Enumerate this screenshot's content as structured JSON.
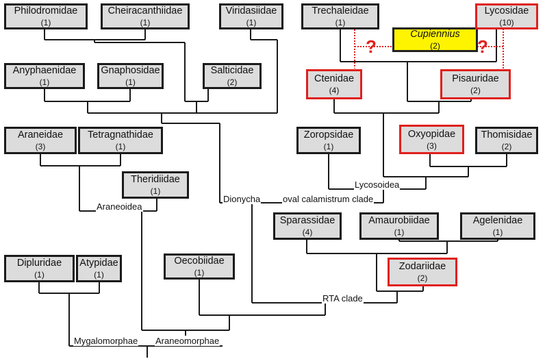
{
  "taxa": {
    "philodromidae": {
      "name": "Philodromidae",
      "count": "(1)"
    },
    "cheiracanthiidae": {
      "name": "Cheiracanthiidae",
      "count": "(1)"
    },
    "viridasiidae": {
      "name": "Viridasiidae",
      "count": "(1)"
    },
    "trechaleidae": {
      "name": "Trechaleidae",
      "count": "(1)"
    },
    "cupiennius": {
      "name": "Cupiennius",
      "count": "(2)"
    },
    "lycosidae": {
      "name": "Lycosidae",
      "count": "(10)"
    },
    "anyphaenidae": {
      "name": "Anyphaenidae",
      "count": "(1)"
    },
    "gnaphosidae": {
      "name": "Gnaphosidae",
      "count": "(1)"
    },
    "salticidae": {
      "name": "Salticidae",
      "count": "(2)"
    },
    "ctenidae": {
      "name": "Ctenidae",
      "count": "(4)"
    },
    "pisauridae": {
      "name": "Pisauridae",
      "count": "(2)"
    },
    "araneidae": {
      "name": "Araneidae",
      "count": "(3)"
    },
    "tetragnathidae": {
      "name": "Tetragnathidae",
      "count": "(1)"
    },
    "zoropsidae": {
      "name": "Zoropsidae",
      "count": "(1)"
    },
    "oxyopidae": {
      "name": "Oxyopidae",
      "count": "(3)"
    },
    "thomisidae": {
      "name": "Thomisidae",
      "count": "(2)"
    },
    "theridiidae": {
      "name": "Theridiidae",
      "count": "(1)"
    },
    "sparassidae": {
      "name": "Sparassidae",
      "count": "(4)"
    },
    "amaurobiidae": {
      "name": "Amaurobiidae",
      "count": "(1)"
    },
    "agelenidae": {
      "name": "Agelenidae",
      "count": "(1)"
    },
    "dipluridae": {
      "name": "Dipluridae",
      "count": "(1)"
    },
    "atypidae": {
      "name": "Atypidae",
      "count": "(1)"
    },
    "oecobiidae": {
      "name": "Oecobiidae",
      "count": "(1)"
    },
    "zodariidae": {
      "name": "Zodariidae",
      "count": "(2)"
    }
  },
  "clades": {
    "lycosoidea": "Lycosoidea",
    "dionycha": "Dionycha",
    "oval_calamistrum": "oval calamistrum clade",
    "araneoidea": "Araneoidea",
    "rta": "RTA clade",
    "mygalomorphae": "Mygalomorphae",
    "araneomorphae": "Araneomorphae"
  },
  "uncertain_mark": "?",
  "colors": {
    "box_fill": "#dcdcdc",
    "box_border": "#1a1a1a",
    "highlight_border": "#e0201c",
    "focus_fill": "#fff400",
    "uncertain_link": "#e0201c"
  }
}
